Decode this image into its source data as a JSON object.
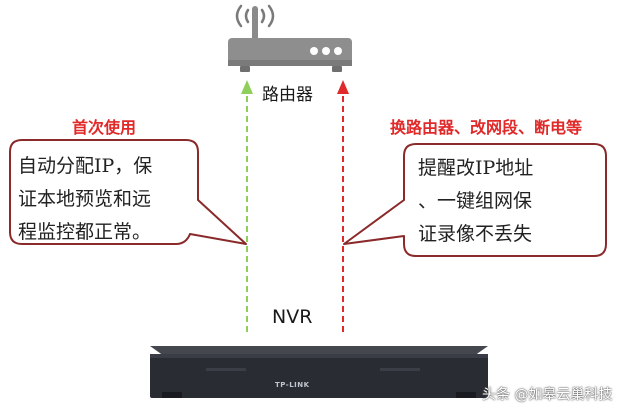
{
  "router": {
    "label": "路由器"
  },
  "nvr": {
    "label": "NVR",
    "brand": "TP-LINK"
  },
  "left": {
    "heading": "首次使用",
    "bubble_lines": [
      "自动分配IP，保",
      "证本地预览和远",
      "程监控都正常。"
    ],
    "arrow_color": "#8fcf5a"
  },
  "right": {
    "heading": "换路由器、改网段、断电等",
    "bubble_lines": [
      "提醒改IP地址",
      "、一键组网保",
      "证录像不丢失"
    ],
    "arrow_color": "#e02a2a"
  },
  "watermark": "头条 @如皋云巢科技",
  "colors": {
    "heading": "#e02a2a",
    "bubble_border": "#8a2a2a",
    "router_body": "#8e8e8e",
    "nvr_body": "#2a2c33"
  },
  "icons": [
    "wifi-icon",
    "router-icon",
    "nvr-device-icon"
  ]
}
